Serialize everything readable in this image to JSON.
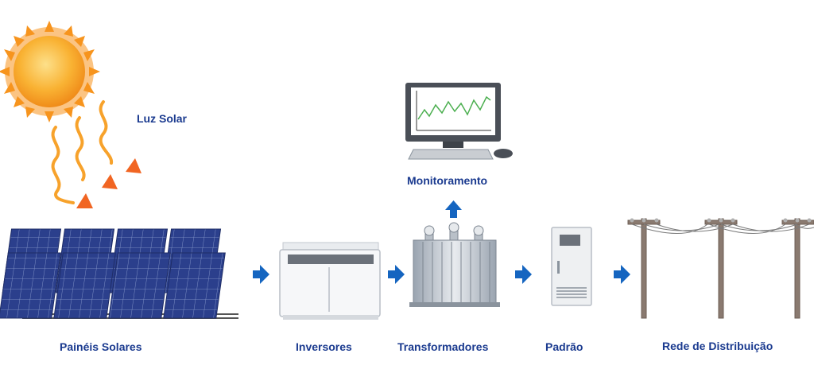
{
  "labels": {
    "sunlight": "Luz Solar",
    "solar_panels": "Painéis Solares",
    "inverters": "Inversores",
    "transformers": "Transformadores",
    "monitoring": "Monitoramento",
    "standard": "Padrão",
    "distribution_grid": "Rede de Distribuição"
  },
  "colors": {
    "label_text": "#1a3a8f",
    "arrow": "#1565c0",
    "panel": "#2b3f8c",
    "sun": "#f7941d",
    "sun_rays": "#f7a22b",
    "chart_line": "#4caf50"
  }
}
